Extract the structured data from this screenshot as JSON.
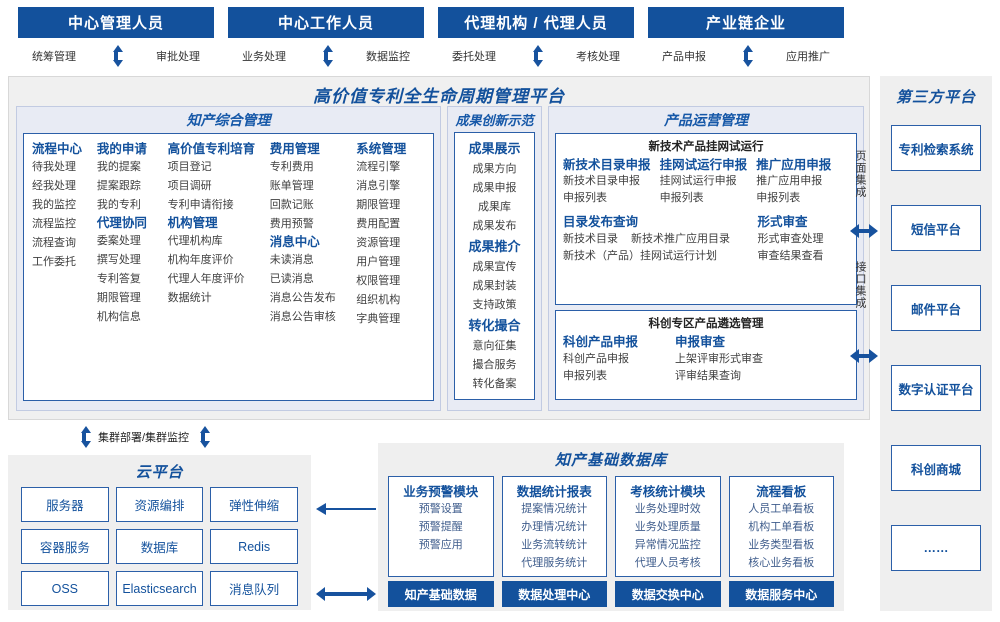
{
  "colors": {
    "brand_dark_blue": "#13519c",
    "accent_blue": "#2b5fa8",
    "group_bg": "#e8ebf4",
    "panel_bg": "#f0f0f0",
    "sidebar_bg": "#efefef"
  },
  "header": {
    "roles": [
      {
        "title": "中心管理人员",
        "left_action": "统筹管理",
        "right_action": "审批处理"
      },
      {
        "title": "中心工作人员",
        "left_action": "业务处理",
        "right_action": "数据监控"
      },
      {
        "title": "代理机构 / 代理人员",
        "left_action": "委托处理",
        "right_action": "考核处理"
      },
      {
        "title": "产业链企业",
        "left_action": "产品申报",
        "right_action": "应用推广"
      }
    ]
  },
  "platform": {
    "title": "高价值专利全生命周期管理平台",
    "groups": {
      "ip_management": {
        "title": "知产综合管理",
        "columns": [
          {
            "sections": [
              {
                "head": "流程中心",
                "items": [
                  "待我处理",
                  "经我处理",
                  "我的监控",
                  "流程监控",
                  "流程查询",
                  "工作委托"
                ]
              }
            ]
          },
          {
            "sections": [
              {
                "head": "我的申请",
                "items": [
                  "我的提案",
                  "提案跟踪",
                  "我的专利"
                ]
              },
              {
                "head": "代理协同",
                "items": [
                  "委案处理",
                  "撰写处理",
                  "专利答复",
                  "期限管理",
                  "机构信息"
                ]
              }
            ]
          },
          {
            "sections": [
              {
                "head": "高价值专利培育",
                "items": [
                  "项目登记",
                  "项目调研",
                  "专利申请衔接"
                ]
              },
              {
                "head": "机构管理",
                "items": [
                  "代理机构库",
                  "机构年度评价",
                  "代理人年度评价",
                  "数据统计"
                ]
              }
            ]
          },
          {
            "sections": [
              {
                "head": "费用管理",
                "items": [
                  "专利费用",
                  "账单管理",
                  "回款记账",
                  "费用预警"
                ]
              },
              {
                "head": "消息中心",
                "items": [
                  "未读消息",
                  "已读消息",
                  "消息公告发布",
                  "消息公告审核"
                ]
              }
            ]
          },
          {
            "sections": [
              {
                "head": "系统管理",
                "items": [
                  "流程引擎",
                  "消息引擎",
                  "期限管理",
                  "费用配置",
                  "资源管理",
                  "用户管理",
                  "权限管理",
                  "组织机构",
                  "字典管理"
                ]
              }
            ]
          }
        ]
      },
      "achievement": {
        "title": "成果创新示范",
        "sections": [
          {
            "head": "成果展示",
            "items": [
              "成果方向",
              "成果申报",
              "成果库",
              "成果发布"
            ]
          },
          {
            "head": "成果推介",
            "items": [
              "成果宣传",
              "成果封装",
              "支持政策"
            ]
          },
          {
            "head": "转化撮合",
            "items": [
              "意向征集",
              "撮合服务",
              "转化备案"
            ]
          }
        ]
      },
      "product_ops": {
        "title": "产品运营管理",
        "box1": {
          "sub_head": "新技术产品挂网试运行",
          "row1": [
            {
              "head": "新技术目录申报",
              "items": [
                "新技术目录申报",
                "申报列表"
              ]
            },
            {
              "head": "挂网试运行申报",
              "items": [
                "挂网试运行申报",
                "申报列表"
              ]
            },
            {
              "head": "推广应用申报",
              "items": [
                "推广应用申报",
                "申报列表"
              ]
            }
          ],
          "row2_left": {
            "head": "目录发布查询",
            "line1": [
              "新技术目录",
              "新技术推广应用目录"
            ],
            "line2": [
              "新技术（产品）挂网试运行计划"
            ]
          },
          "row2_right": {
            "head": "形式审查",
            "items": [
              "形式审查处理",
              "审查结果查看"
            ]
          }
        },
        "box2": {
          "sub_head": "科创专区产品遴选管理",
          "columns": [
            {
              "head": "科创产品申报",
              "items": [
                "科创产品申报",
                "申报列表"
              ]
            },
            {
              "head": "申报审查",
              "items": [
                "上架评审形式审查",
                "评审结果查询"
              ]
            }
          ]
        }
      }
    }
  },
  "integration": {
    "page_integration_label": "页面集成",
    "api_integration_label": "接口集成"
  },
  "third_party": {
    "title": "第三方平台",
    "items": [
      "专利检索系统",
      "短信平台",
      "邮件平台",
      "数字认证平台",
      "科创商城",
      "……"
    ]
  },
  "cloud": {
    "connector_label": "集群部署/集群监控",
    "title": "云平台",
    "cells": [
      "服务器",
      "资源编排",
      "弹性伸缩",
      "容器服务",
      "数据库",
      "Redis",
      "OSS",
      "Elasticsearch",
      "消息队列"
    ]
  },
  "database": {
    "title": "知产基础数据库",
    "columns": [
      {
        "head": "业务预警模块",
        "items": [
          "预警设置",
          "预警提醒",
          "预警应用"
        ],
        "footer": "知产基础数据"
      },
      {
        "head": "数据统计报表",
        "items": [
          "提案情况统计",
          "办理情况统计",
          "业务流转统计",
          "代理服务统计"
        ],
        "footer": "数据处理中心"
      },
      {
        "head": "考核统计模块",
        "items": [
          "业务处理时效",
          "业务处理质量",
          "异常情况监控",
          "代理人员考核"
        ],
        "footer": "数据交换中心"
      },
      {
        "head": "流程看板",
        "items": [
          "人员工单看板",
          "机构工单看板",
          "业务类型看板",
          "核心业务看板"
        ],
        "footer": "数据服务中心"
      }
    ]
  }
}
